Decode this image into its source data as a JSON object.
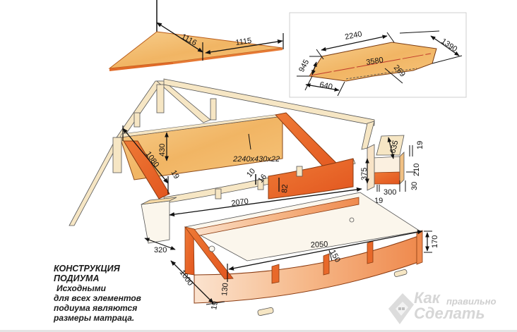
{
  "diagram": {
    "type": "construction-drawing",
    "subject": "podium bed construction",
    "colors": {
      "wood_light": "#f4c27a",
      "wood_mid": "#eba24a",
      "wood_dark": "#e05a22",
      "frame_pale": "#f6e6c4",
      "line": "#1a1a1a",
      "inset_border": "#cccccc"
    },
    "top_panel": {
      "dims": [
        "1116",
        "1115"
      ]
    },
    "inset_panel": {
      "dims": [
        "2240",
        "1390",
        "945",
        "3580",
        "269",
        "640"
      ]
    },
    "frame": {
      "dims": {
        "height": "430",
        "width": "1080",
        "thickness_left": "19",
        "board": "2240x430x22",
        "slat_10": "10",
        "slat_16": "16",
        "slat_82": "82",
        "length": "2070",
        "base_width": "320"
      }
    },
    "side_box": {
      "dims": {
        "h375": "375",
        "h635": "635",
        "t19_top": "19",
        "h210": "210",
        "t30": "30",
        "w300": "300",
        "t19_bottom": "19"
      }
    },
    "drawer": {
      "dims": {
        "length": "2050",
        "divider": "150",
        "height": "170",
        "depth": "1000",
        "front": "130",
        "thickness": "19"
      }
    },
    "caption": {
      "title_line1": "КОНСТРУКЦИЯ",
      "title_line2": "ПОДИУМА",
      "lead": "Исходными",
      "line3": "для всех элементов",
      "line4": "подиума являются",
      "line5": "размеры матраца."
    },
    "watermark": {
      "word1": "Как",
      "word2": "правильно",
      "word3": "Сделать"
    }
  }
}
